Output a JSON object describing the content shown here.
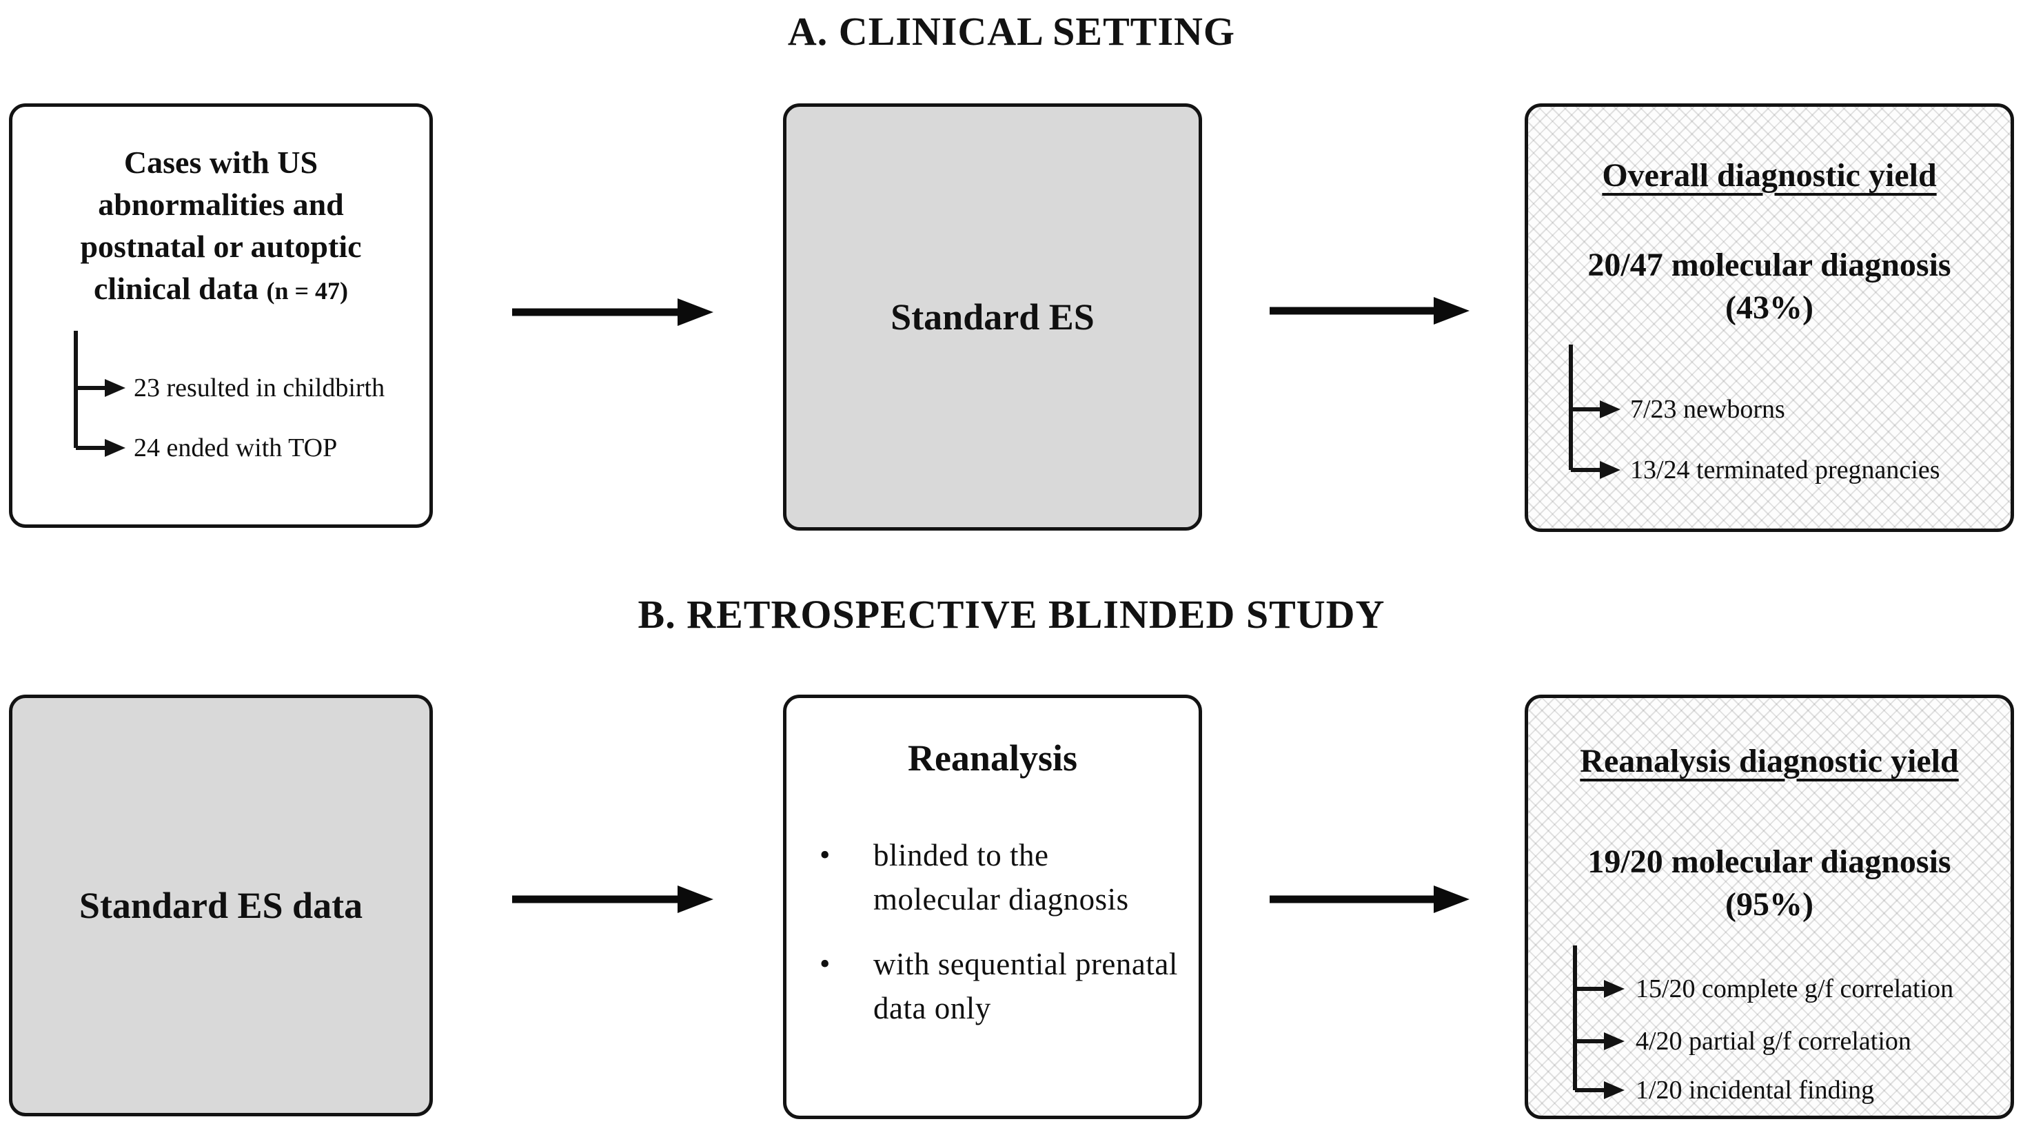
{
  "figure": {
    "section_a": {
      "title": "A. CLINICAL SETTING",
      "cases_box": {
        "heading_lines": [
          "Cases with US",
          "abnormalities and",
          "postnatal or autoptic"
        ],
        "heading_last_line": "clinical data",
        "n_label": "(n = 47)",
        "branches": [
          "23 resulted in childbirth",
          "24 ended with TOP"
        ]
      },
      "es_box": {
        "label": "Standard ES"
      },
      "yield_box": {
        "title": "Overall diagnostic yield",
        "summary_line1": "20/47 molecular diagnosis",
        "summary_line2": "(43%)",
        "branches": [
          "7/23 newborns",
          "13/24 terminated pregnancies"
        ]
      }
    },
    "section_b": {
      "title": "B. RETROSPECTIVE BLINDED STUDY",
      "data_box": {
        "label": "Standard ES data"
      },
      "reanalysis_box": {
        "title": "Reanalysis",
        "bullets": [
          "blinded to the molecular diagnosis",
          "with sequential prenatal data only"
        ]
      },
      "yield_box": {
        "title": "Reanalysis diagnostic yield",
        "summary_line1": "19/20 molecular diagnosis",
        "summary_line2": "(95%)",
        "branches": [
          "15/20 complete g/f correlation",
          "4/20 partial g/f correlation",
          "1/20 incidental finding"
        ]
      }
    },
    "colors": {
      "box_fill_gray": "#d9d9d9",
      "outline_black": "#131313",
      "pattern_gray": "#d8d8d8",
      "background": "#ffffff"
    }
  }
}
